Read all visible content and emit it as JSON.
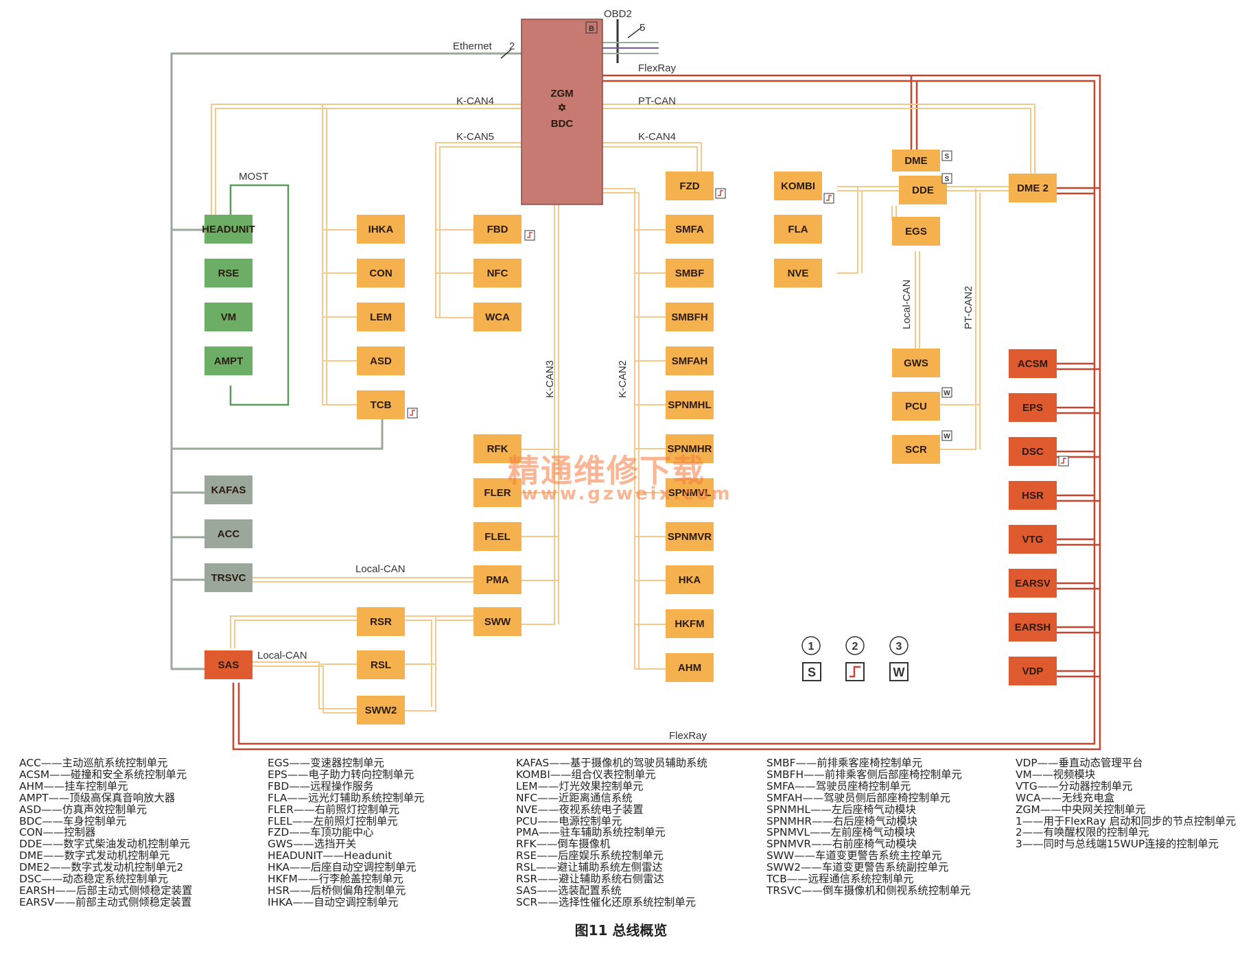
{
  "colors": {
    "orange_node": "#f5b14e",
    "green_node": "#6cae66",
    "gray_node": "#9aa79a",
    "red_node": "#e05a30",
    "gateway": "#c77a72",
    "flexray": "#c8442e",
    "can_wire": "#f2c98a",
    "ethernet": "#9aa79a",
    "most": "#5a9a5a"
  },
  "gateway": {
    "line1": "ZGM",
    "symbol": "✡",
    "line2": "BDC",
    "badge": "B"
  },
  "obd": {
    "label": "OBD2",
    "number": "5"
  },
  "buses": {
    "ethernet": "Ethernet",
    "ethernet_num": "2",
    "flexray_top": "FlexRay",
    "flexray_bottom": "FlexRay",
    "kcan4_left": "K-CAN4",
    "kcan4_right": "K-CAN4",
    "kcan5": "K-CAN5",
    "ptcan": "PT-CAN",
    "most": "MOST",
    "kcan3": "K-CAN3",
    "kcan2": "K-CAN2",
    "localcan_trsvc": "Local-CAN",
    "localcan_sas": "Local-CAN",
    "localcan_egs": "Local-CAN",
    "ptcan2": "PT-CAN2"
  },
  "nodes": {
    "headunit": "HEADUNIT",
    "rse": "RSE",
    "vm": "VM",
    "ampt": "AMPT",
    "kafas": "KAFAS",
    "acc": "ACC",
    "trsvc": "TRSVC",
    "sas": "SAS",
    "ihka": "IHKA",
    "con": "CON",
    "lem": "LEM",
    "asd": "ASD",
    "tcb": "TCB",
    "rsr": "RSR",
    "rsl": "RSL",
    "sww2": "SWW2",
    "fbd": "FBD",
    "nfc": "NFC",
    "wca": "WCA",
    "rfk": "RFK",
    "fler": "FLER",
    "flel": "FLEL",
    "pma": "PMA",
    "sww": "SWW",
    "fzd": "FZD",
    "smfa": "SMFA",
    "smbf": "SMBF",
    "smbfh": "SMBFH",
    "smfah": "SMFAH",
    "spnmhl": "SPNMHL",
    "spnmhr": "SPNMHR",
    "spnmvl": "SPNMVL",
    "spnmvr": "SPNMVR",
    "hka": "HKA",
    "hkfm": "HKFM",
    "ahm": "AHM",
    "kombi": "KOMBI",
    "fla": "FLA",
    "nve": "NVE",
    "dme": "DME",
    "dde": "DDE",
    "dme2": "DME 2",
    "egs": "EGS",
    "gws": "GWS",
    "pcu": "PCU",
    "scr": "SCR",
    "acsm": "ACSM",
    "eps": "EPS",
    "dsc": "DSC",
    "hsr": "HSR",
    "vtg": "VTG",
    "earsv": "EARSV",
    "earsh": "EARSH",
    "vdp": "VDP"
  },
  "badges": {
    "s": "S",
    "w": "W"
  },
  "key": {
    "n1": "1",
    "n2": "2",
    "n3": "3",
    "s": "S",
    "w": "W"
  },
  "watermark": {
    "text": "精通维修下载",
    "url": "www.gzweix.com"
  },
  "legend": {
    "col1": [
      "ACC——主动巡航系统控制单元",
      "ACSM——碰撞和安全系统控制单元",
      "AHM——挂车控制单元",
      "AMPT——顶级高保真音响放大器",
      "ASD——仿真声效控制单元",
      "BDC——车身控制单元",
      "CON——控制器",
      "DDE——数字式柴油发动机控制单元",
      "DME——数字式发动机控制单元",
      "DME2——数字式发动机控制单元2",
      "DSC——动态稳定系统控制单元",
      "EARSH——后部主动式侧倾稳定装置",
      "EARSV——前部主动式侧倾稳定装置"
    ],
    "col2": [
      "EGS——变速器控制单元",
      "EPS——电子助力转向控制单元",
      "FBD——远程操作服务",
      "FLA——远光灯辅助系统控制单元",
      "FLER——右前照灯控制单元",
      "FLEL——左前照灯控制单元",
      "FZD——车顶功能中心",
      "GWS——选挡开关",
      "HEADUNIT——Headunit",
      "HKA——后座自动空调控制单元",
      "HKFM——行李舱盖控制单元",
      "HSR——后桥侧偏角控制单元",
      "IHKA——自动空调控制单元"
    ],
    "col3": [
      "KAFAS——基于摄像机的驾驶员辅助系统",
      "KOMBI——组合仪表控制单元",
      "LEM——灯光效果控制单元",
      "NFC——近距离通信系统",
      "NVE——夜视系统电子装置",
      "PCU——电源控制单元",
      "PMA——驻车辅助系统控制单元",
      "RFK——倒车摄像机",
      "RSE——后座娱乐系统控制单元",
      "RSL——避让辅助系统左侧雷达",
      "RSR——避让辅助系统右侧雷达",
      "SAS——选装配置系统",
      "SCR——选择性催化还原系统控制单元"
    ],
    "col4": [
      "SMBF——前排乘客座椅控制单元",
      "SMBFH——前排乘客侧后部座椅控制单元",
      "SMFA——驾驶员座椅控制单元",
      "SMFAH——驾驶员侧后部座椅控制单元",
      "SPNMHL——左后座椅气动模块",
      "SPNMHR——右后座椅气动模块",
      "SPNMVL——左前座椅气动模块",
      "SPNMVR——右前座椅气动模块",
      "SWW——车道变更警告系统主控单元",
      "SWW2——车道变更警告系统副控单元",
      "TCB——远程通信系统控制单元",
      "TRSVC——倒车摄像机和侧视系统控制单元"
    ],
    "col5": [
      "VDP——垂直动态管理平台",
      "VM——视频模块",
      "VTG——分动器控制单元",
      "WCA——无线充电盒",
      "ZGM——中央网关控制单元",
      "1——用于FlexRay 启动和同步的节点控制单元",
      "2——有唤醒权限的控制单元",
      "3——同时与总线端15WUP连接的控制单元"
    ]
  },
  "caption": "图11 总线概览"
}
